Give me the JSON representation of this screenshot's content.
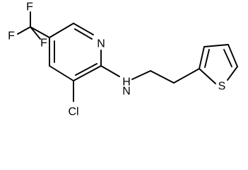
{
  "molecule": {
    "atoms": {
      "f_top": "F",
      "f_left": "F",
      "f_bottom": "F",
      "n_ring": "N",
      "n_amine": "N",
      "h_amine": "H",
      "cl": "Cl",
      "s": "S"
    }
  }
}
